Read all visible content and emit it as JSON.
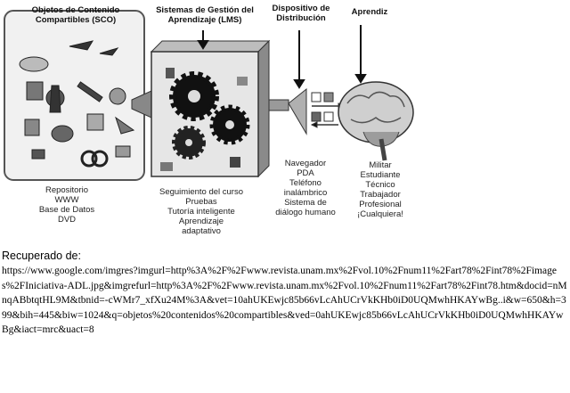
{
  "diagram": {
    "headers": {
      "sco": [
        "Objetos de Contenido",
        "Compartibles (SCO)"
      ],
      "lms": [
        "Sistemas de Gestión del",
        "Aprendizaje (LMS)"
      ],
      "device": [
        "Dispositivo de",
        "Distribución"
      ],
      "learner": [
        "Aprendiz"
      ]
    },
    "labels": {
      "sco": [
        "Repositorio",
        "WWW",
        "Base de Datos",
        "DVD"
      ],
      "lms": [
        "Seguimiento del curso",
        "Pruebas",
        "Tutoría inteligente",
        "Aprendizaje",
        "adaptativo"
      ],
      "device": [
        "Navegador",
        "PDA",
        "Teléfono",
        "inalámbrico",
        "Sistema de",
        "diálogo humano"
      ],
      "learner": [
        "Militar",
        "Estudiante",
        "Técnico",
        "Trabajador",
        "Profesional",
        "¡Cualquiera!"
      ]
    }
  },
  "caption": {
    "title": "Recuperado de:",
    "url": "https://www.google.com/imgres?imgurl=http%3A%2F%2Fwww.revista.unam.mx%2Fvol.10%2Fnum11%2Fart78%2Fint78%2Fimages%2FIniciativa-ADL.jpg&imgrefurl=http%3A%2F%2Fwww.revista.unam.mx%2Fvol.10%2Fnum11%2Fart78%2Fint78.htm&docid=nMnqABbtqtHL9M&tbnid=-cWMr7_xfXu24M%3A&vet=10ahUKEwjc85b66vLcAhUCrVkKHb0iD0UQMwhHKAYwBg..i&w=650&h=399&bih=445&biw=1024&q=objetos%20contenidos%20compartibles&ved=0ahUKEwjc85b66vLcAhUCrVkKHb0iD0UQMwhHKAYwBg&iact=mrc&uact=8"
  }
}
